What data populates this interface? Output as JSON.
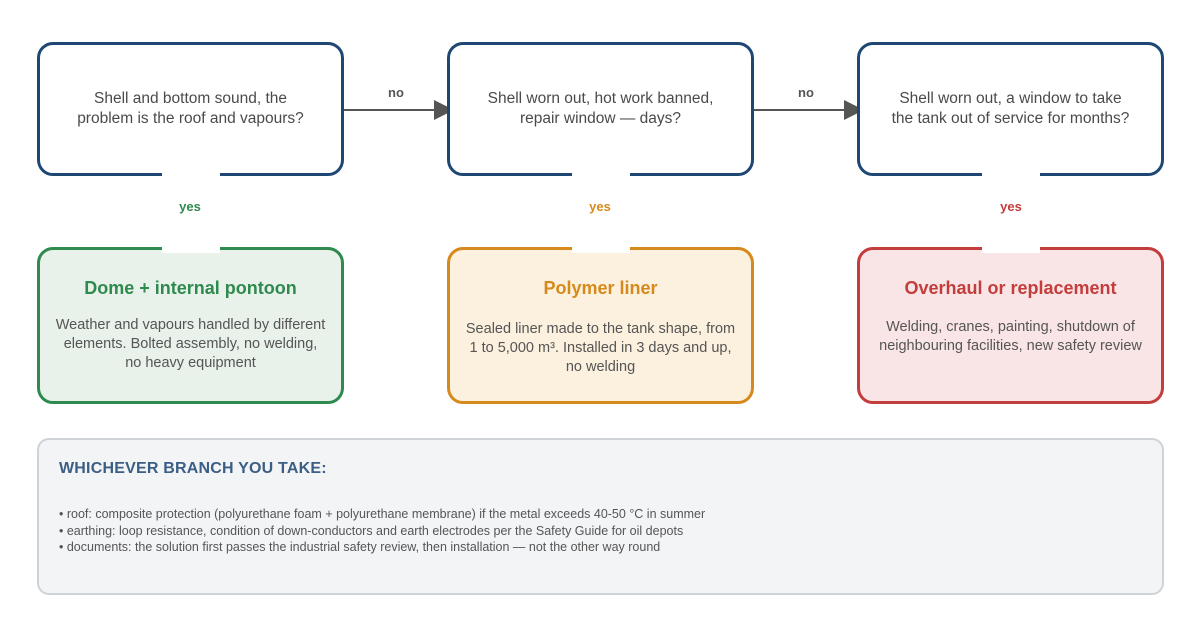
{
  "flow": {
    "questions": [
      {
        "text": "Shell and bottom sound, the problem is the roof and vapours?"
      },
      {
        "text": "Shell worn out, hot work banned, repair window — days?"
      },
      {
        "text": "Shell worn out, a window to take the tank out of service for months?"
      }
    ],
    "no_label": "no",
    "yes_label": "yes",
    "results": [
      {
        "title": "Dome + internal pontoon",
        "description": "Weather and vapours handled by different elements. Bolted assembly, no welding, no heavy equipment",
        "color": "#2f8a4f"
      },
      {
        "title": "Polymer liner",
        "description": "Sealed liner made to the tank shape, from 1 to 5,000 m³. Installed in 3 days and up, no welding",
        "color": "#d68a1c"
      },
      {
        "title": "Overhaul or replacement",
        "description": "Welding, cranes, painting, shutdown of neighbouring facilities, new safety review",
        "color": "#c43d3d"
      }
    ]
  },
  "note": {
    "title": "WHICHEVER BRANCH YOU TAKE:",
    "items": [
      "• roof: composite protection (polyurethane foam + polyurethane membrane) if the metal exceeds 40-50 °C in summer",
      "• earthing: loop resistance, condition of down-conductors and earth electrodes per the Safety Guide for oil depots",
      "• documents: the solution first passes the industrial safety review, then installation — not the other way round"
    ]
  },
  "colors": {
    "question_border": "#1e4873",
    "arrow": "#555555",
    "note_title": "#3b5e85"
  }
}
